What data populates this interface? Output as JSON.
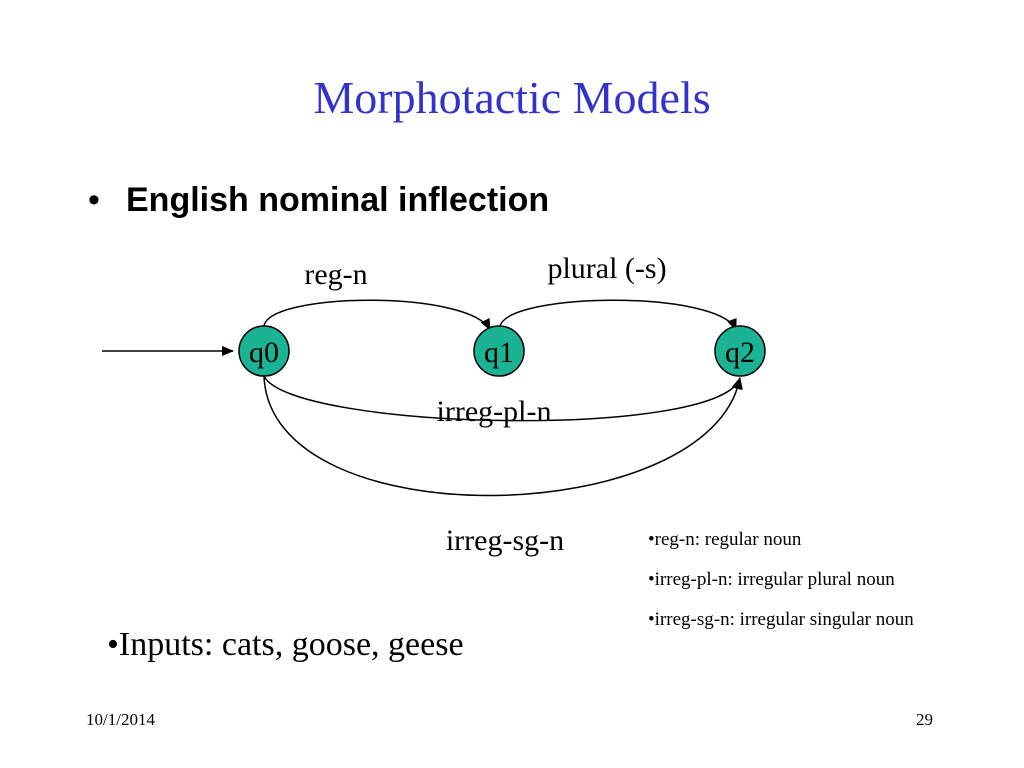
{
  "slide": {
    "title": "Morphotactic Models",
    "bullet_symbol": "•",
    "bullet_text": "English nominal inflection",
    "footer_date": "10/1/2014",
    "page_number": "29"
  },
  "diagram": {
    "state_fill": "#1ab394",
    "states": [
      {
        "id": "q0",
        "label": "q0"
      },
      {
        "id": "q1",
        "label": "q1"
      },
      {
        "id": "q2",
        "label": "q2"
      }
    ],
    "transitions": [
      {
        "from": "q0",
        "to": "q1",
        "label": "reg-n"
      },
      {
        "from": "q1",
        "to": "q2",
        "label": "plural (-s)"
      },
      {
        "from": "q0",
        "to": "q2",
        "label": "irreg-pl-n"
      },
      {
        "from": "q0",
        "to": "q2",
        "label": "irreg-sg-n"
      }
    ]
  },
  "legend": [
    "•reg-n: regular noun",
    "•irreg-pl-n: irregular plural noun",
    "•irreg-sg-n: irregular singular noun"
  ],
  "inputs": "•Inputs: cats, goose, geese"
}
